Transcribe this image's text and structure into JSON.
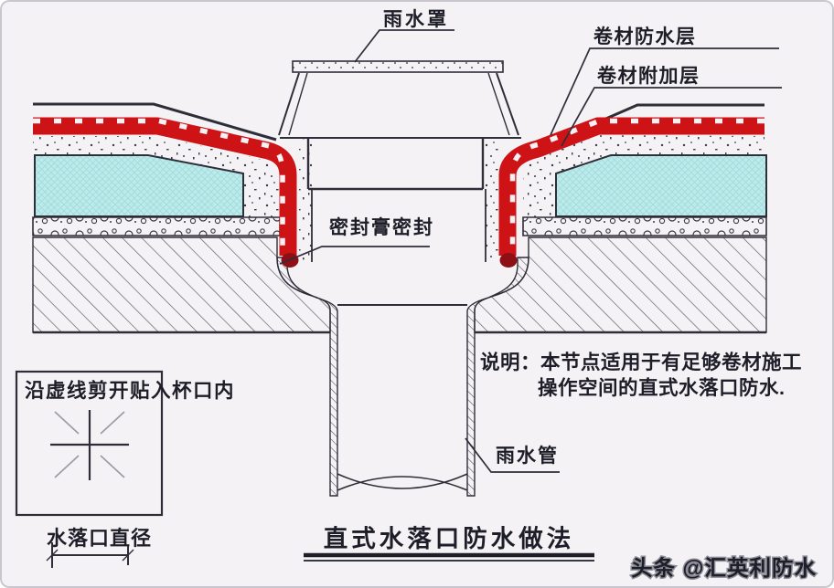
{
  "diagram": {
    "labels": {
      "rain_cover": "雨水罩",
      "waterproof_membrane_layer": "卷材防水层",
      "membrane_additional_layer": "卷材附加层",
      "sealant_seal": "密封膏密封",
      "cut_note": "沿虚线剪开贴入杯口内",
      "rain_pipe": "雨水管",
      "drain_diameter": "水落口直径"
    },
    "note": {
      "line1": "说明：本节点适用于有足够卷材施工",
      "line2": "操作空间的直式水落口防水."
    },
    "title": "直式水落口防水做法",
    "watermark": "头条 @汇英利防水",
    "colors": {
      "membrane_red": "#ce1317",
      "sealant_dark_red": "#8e1016",
      "insulation_cyan": "#bfeaea",
      "line_dark": "#2e2e38",
      "background": "#f5f2f6"
    }
  }
}
